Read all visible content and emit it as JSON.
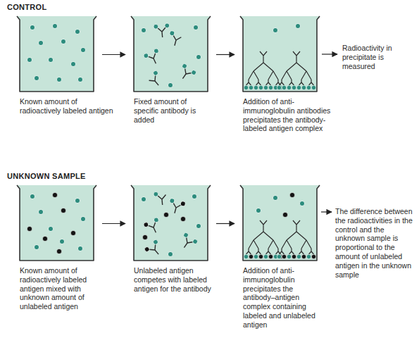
{
  "diagram": {
    "nodes": [
      {
        "text": [
          "Known amount of radioactively labeled antigen"
        ]
      },
      {
        "text": [
          "Fixed amount of specific antibody is added"
        ]
      },
      {
        "text": [
          "Addition of anti-immunoglobulin antibodies precipitates the antibody-labeled antigen complex"
        ]
      },
      {
        "text": [
          "Known amount of radioactively labeled antigen mixed with unknown amount of unlabeled antigen"
        ]
      },
      {
        "text": [
          "Unlabeled antigen competes with labeled antigen for the antibody"
        ]
      },
      {
        "text": [
          "Addition of anti-immunoglobulin precipitates the antibody–antigen complex containing labeled and unlabeled antigen"
        ]
      }
    ],
    "edges": [
      {
        "from": 0,
        "to": 1,
        "arrow": "to"
      },
      {
        "from": 1,
        "to": 2,
        "arrow": "to"
      },
      {
        "from": 3,
        "to": 4,
        "arrow": "to"
      },
      {
        "from": 4,
        "to": 5,
        "arrow": "to"
      }
    ],
    "labels": [
      "CONTROL",
      "UNKNOWN SAMPLE",
      "Radioactivity in precipitate is measured",
      "The difference between the radioactivities in the control and the unknown sample is proportional to the amount of unlabeled antigen in the unknown sample"
    ]
  }
}
